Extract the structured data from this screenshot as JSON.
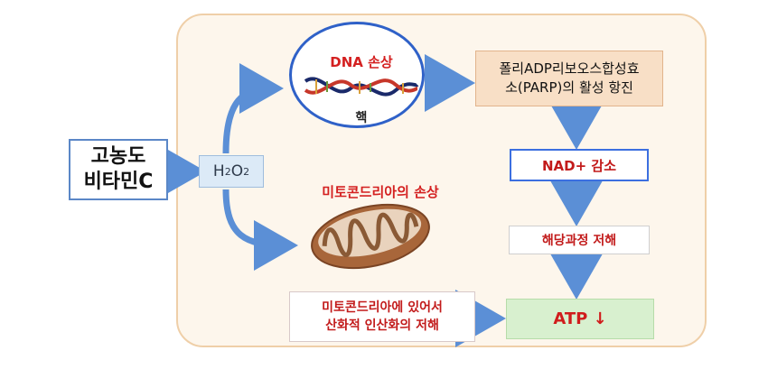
{
  "source_box": {
    "line1": "고농도",
    "line2": "비타민C"
  },
  "h2o2": {
    "base": "H",
    "sub1": "2",
    "mid": "O",
    "sub2": "2"
  },
  "dna": {
    "title": "DNA 손상",
    "nucleus": "핵"
  },
  "parp": {
    "line1": "폴리ADP리보오스합성효",
    "line2": "소(PARP)의 활성 항진"
  },
  "nad": {
    "label": "NAD+ 감소"
  },
  "mito_damage": {
    "label": "미토콘드리아의 손상"
  },
  "glycolysis": {
    "label": "해당과정 저해"
  },
  "oxidation": {
    "line1": "미토콘드리아에 있어서",
    "line2": "산화적 인산화의 저해"
  },
  "atp": {
    "label": "ATP ↓"
  },
  "colors": {
    "arrow": "#5b8fd6",
    "panel_border": "#efcfa8",
    "red_text": "#d42020"
  }
}
